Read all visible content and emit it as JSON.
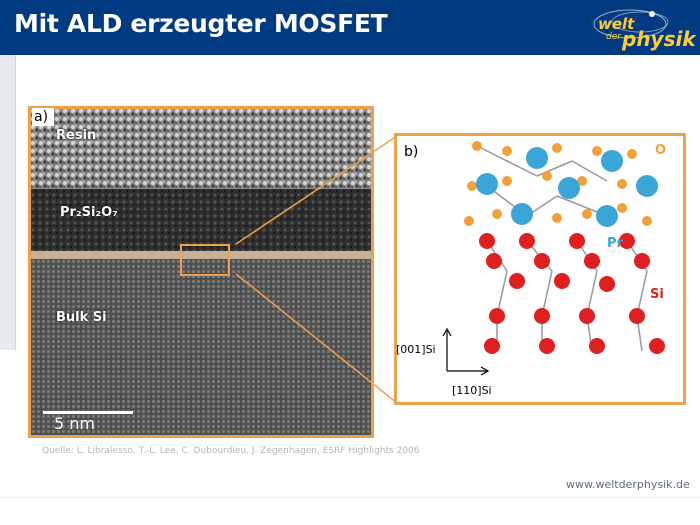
{
  "header": {
    "title": "Mit ALD erzeugter MOSFET",
    "logo_welt": "welt",
    "logo_der": "der",
    "logo_physik": "physik"
  },
  "figure": {
    "panel_a": {
      "label": "a)",
      "resin": "Resin",
      "oxide": "Pr₂Si₂O₇",
      "bulk": "Bulk Si",
      "scale": "5 nm"
    },
    "panel_b": {
      "label": "b)",
      "atom_o": "O",
      "atom_pr": "Pr",
      "atom_si": "Si",
      "axis_vertical": "[001]Si",
      "axis_horizontal": "[110]Si"
    }
  },
  "source": "Quelle: L. Libralesso, T.-L. Lee, C. Dubourdieu, J. Zegenhagen, ESRF Highlights 2006",
  "footer_url": "www.weltderphysik.de",
  "colors": {
    "header_bg": "#003a80",
    "frame_orange": "#f0a04b",
    "logo_yellow": "#ffcc33",
    "pr_blue": "#3aa6d8",
    "o_orange": "#f2a03a",
    "si_red": "#e02020"
  }
}
